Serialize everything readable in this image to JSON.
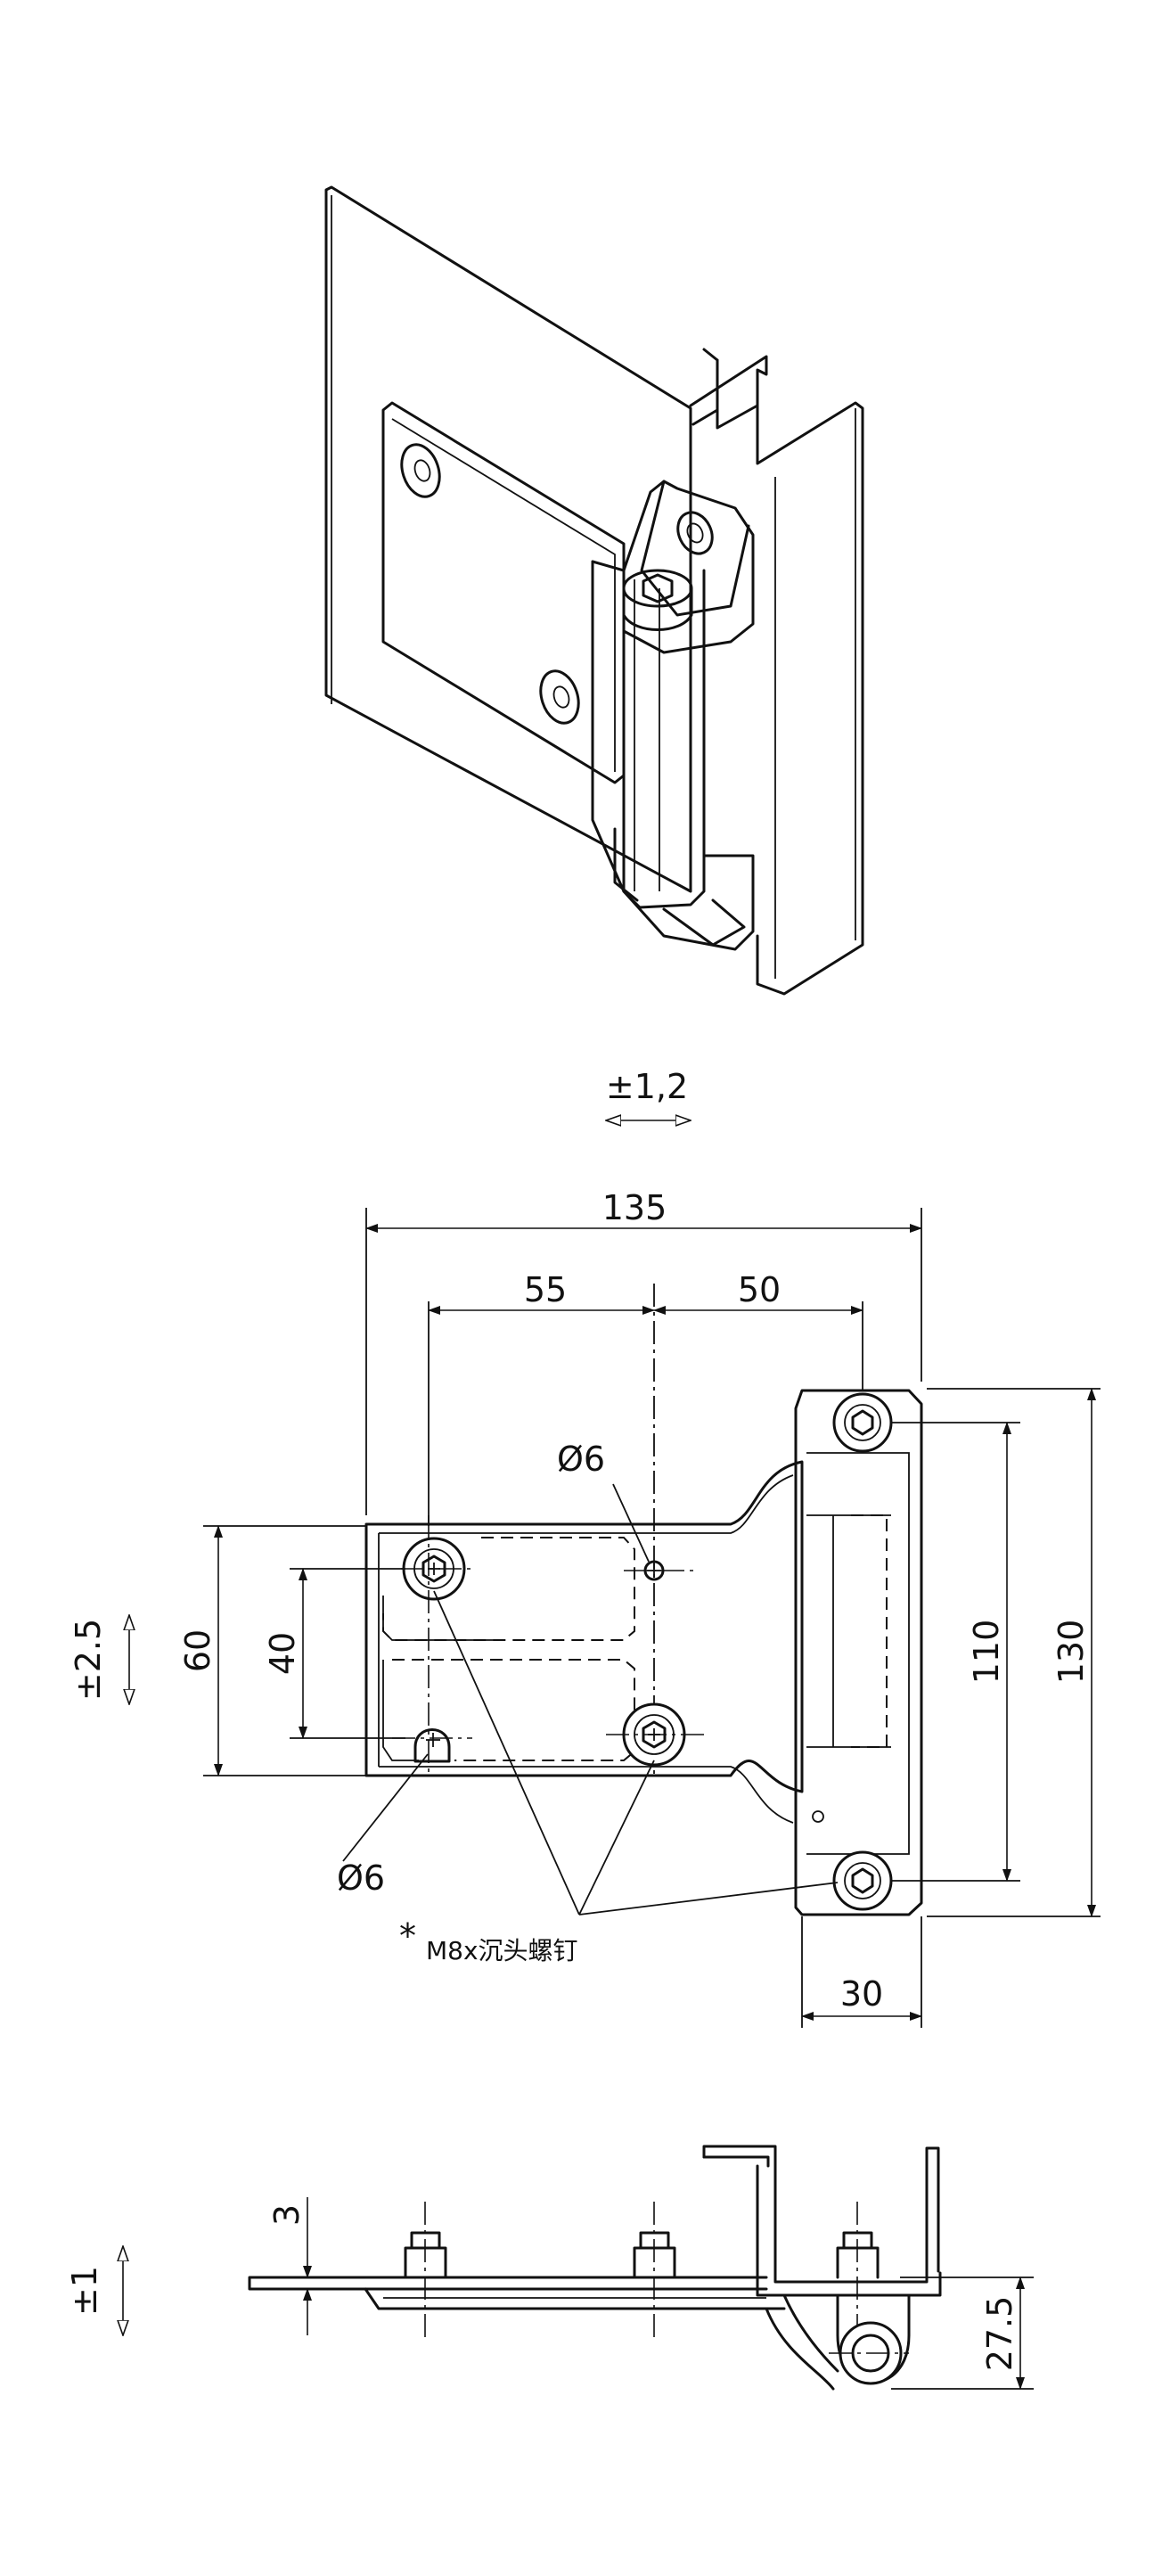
{
  "dimensions": {
    "adjust_horizontal": "±1,2",
    "overall_width": "135",
    "hole_spacing_left": "55",
    "hole_spacing_right": "50",
    "hole_diameter_top": "Ø6",
    "hole_diameter_bottom": "Ø6",
    "adjust_vertical": "±2.5",
    "plate_height": "60",
    "hole_spacing_vertical": "40",
    "wall_hole_spacing": "110",
    "wall_plate_height": "130",
    "wall_plate_width": "30",
    "plate_thickness": "3",
    "adjust_depth": "±1",
    "hinge_offset": "27.5"
  },
  "callout": {
    "asterisk": "*",
    "screw_note": "M8x沉头螺钉"
  }
}
